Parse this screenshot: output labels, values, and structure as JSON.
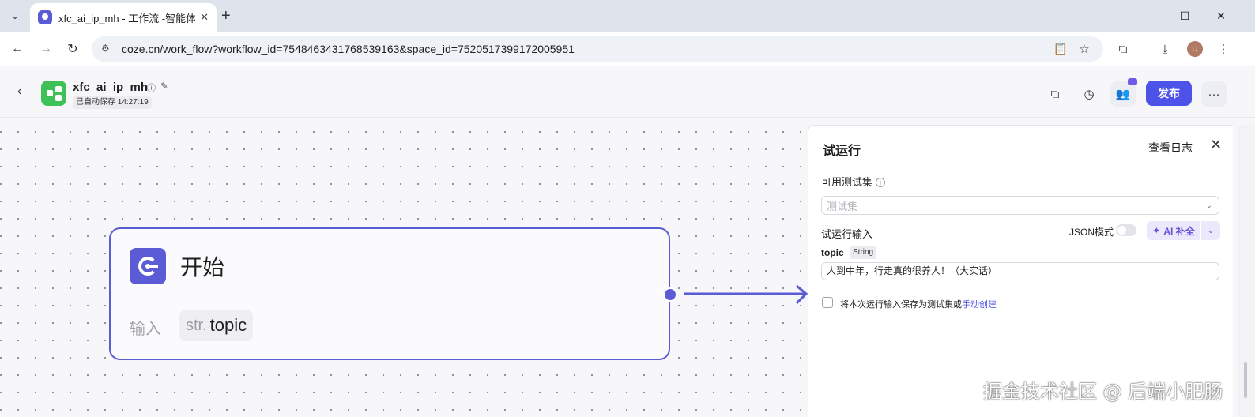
{
  "browser": {
    "tab": {
      "title": "xfc_ai_ip_mh - 工作流 -智能体",
      "close": "✕"
    },
    "new_tab": "+",
    "url": "coze.cn/work_flow?workflow_id=7548463431768539163&space_id=7520517399172005951",
    "profile_initial": "U",
    "window": {
      "minimize": "—",
      "maximize": "☐",
      "close": "✕"
    }
  },
  "header": {
    "workflow_name": "xfc_ai_ip_mh",
    "autosave": "已自动保存 14:27:19",
    "publish_label": "发布",
    "more_label": "···"
  },
  "canvas": {
    "start_node": {
      "title": "开始",
      "input_label": "输入",
      "param_type": "str.",
      "param_name": "topic"
    }
  },
  "panel": {
    "title": "试运行",
    "view_log": "查看日志",
    "close": "✕",
    "testset_label": "可用测试集",
    "testset_placeholder": "测试集",
    "run_input_label": "试运行输入",
    "json_mode_label": "JSON模式",
    "ai_fill_label": "AI 补全",
    "param_key": "topic",
    "param_type": "String",
    "param_value": "人到中年，行走真的很养人！（大实话）",
    "save_text": "将本次运行输入保存为测试集或",
    "save_link": "手动创建"
  },
  "watermark": "掘金技术社区 @ 后端小肥肠",
  "colors": {
    "accent": "#4d53e8",
    "node_border": "#5b5bd6",
    "workflow_icon": "#3ec257"
  }
}
